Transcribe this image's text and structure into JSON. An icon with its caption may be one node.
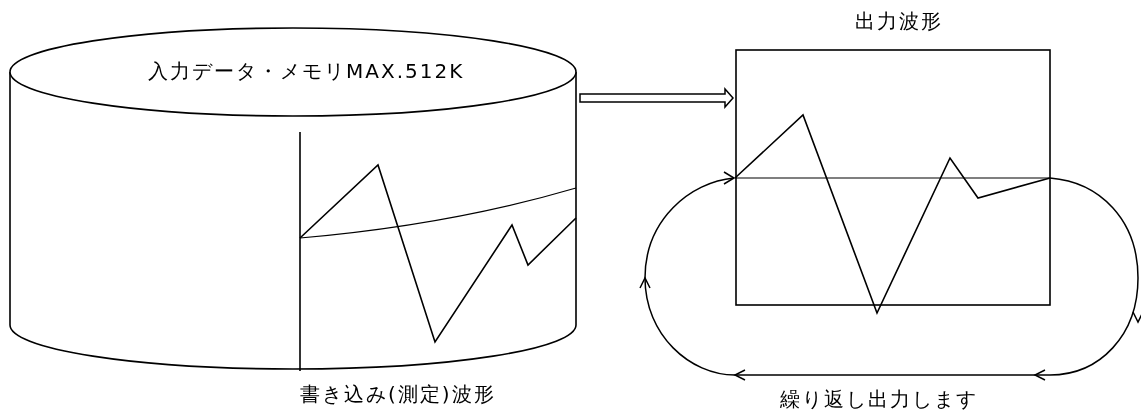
{
  "diagram": {
    "nodes": [
      {
        "text": [
          "入力データ・メモリMAX.512K"
        ],
        "beside": [
          "書き込み(測定)波形"
        ]
      },
      {
        "text": [
          "出力波形"
        ]
      }
    ],
    "edges": [
      {
        "from": 0,
        "to": 1,
        "arrow": "to"
      }
    ],
    "labels": [
      "繰り返し出力します"
    ]
  }
}
